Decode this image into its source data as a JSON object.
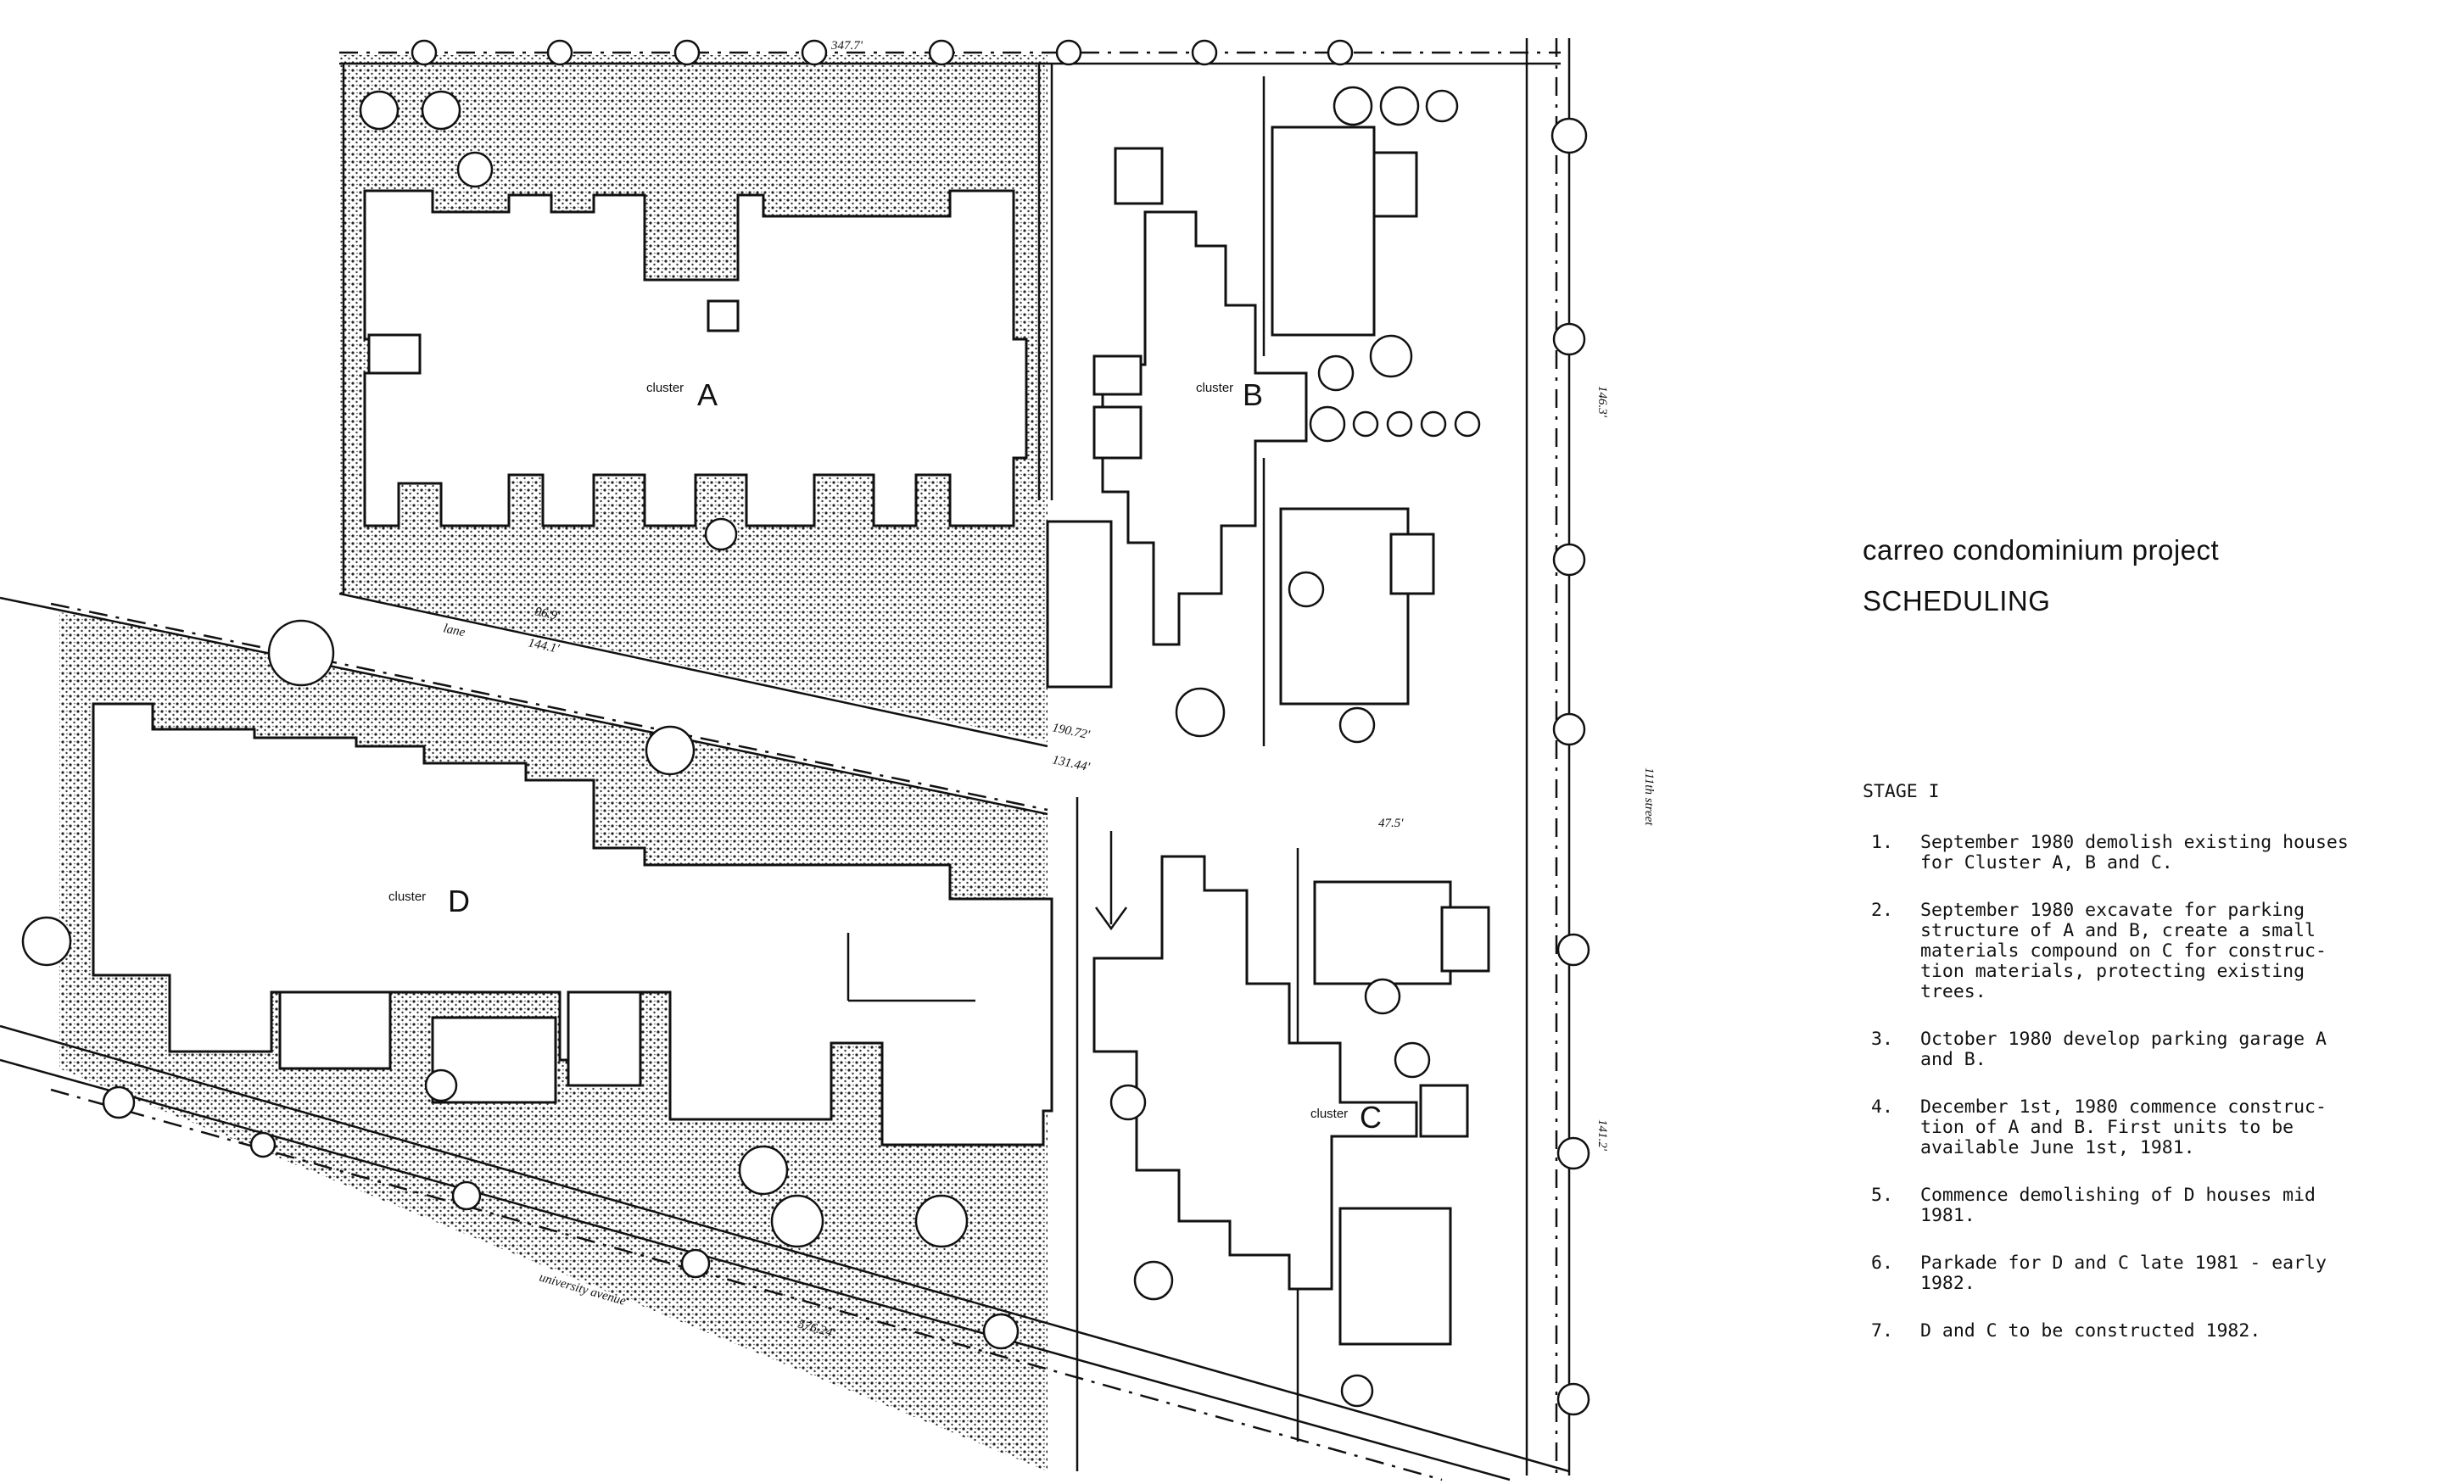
{
  "title": "carreo condominium project",
  "section": "SCHEDULING",
  "stage": "STAGE I",
  "schedule_items": [
    {
      "num": "1.",
      "text": "September 1980 demolish existing houses\nfor Cluster A, B and C."
    },
    {
      "num": "2.",
      "text": "September 1980 excavate for parking\nstructure of A and B, create a small\nmaterials compound on C for construc-\ntion materials, protecting existing\ntrees."
    },
    {
      "num": "3.",
      "text": "October 1980 develop parking garage A\nand B."
    },
    {
      "num": "4.",
      "text": "December 1st, 1980 commence construc-\ntion of A and B.  First units to be\navailable June 1st, 1981."
    },
    {
      "num": "5.",
      "text": "Commence demolishing of D houses mid\n1981."
    },
    {
      "num": "6.",
      "text": "Parkade for D and C late 1981 - early\n1982."
    },
    {
      "num": "7.",
      "text": "D and C to be constructed 1982."
    }
  ],
  "plan": {
    "cluster_word": "cluster",
    "clusters": [
      "A",
      "B",
      "C",
      "D"
    ],
    "lane": "lane",
    "avenue": "university avenue",
    "street": "111th street",
    "dims": {
      "top": "347.7'",
      "right_upper": "146.3'",
      "right_lower": "141.2'",
      "lane_1": "96.9'",
      "lane_2": "144.1'",
      "lane_3": "190.72'",
      "lane_4": "131.44'",
      "lane_5": "47.5'",
      "bottom": "576.24'"
    }
  }
}
